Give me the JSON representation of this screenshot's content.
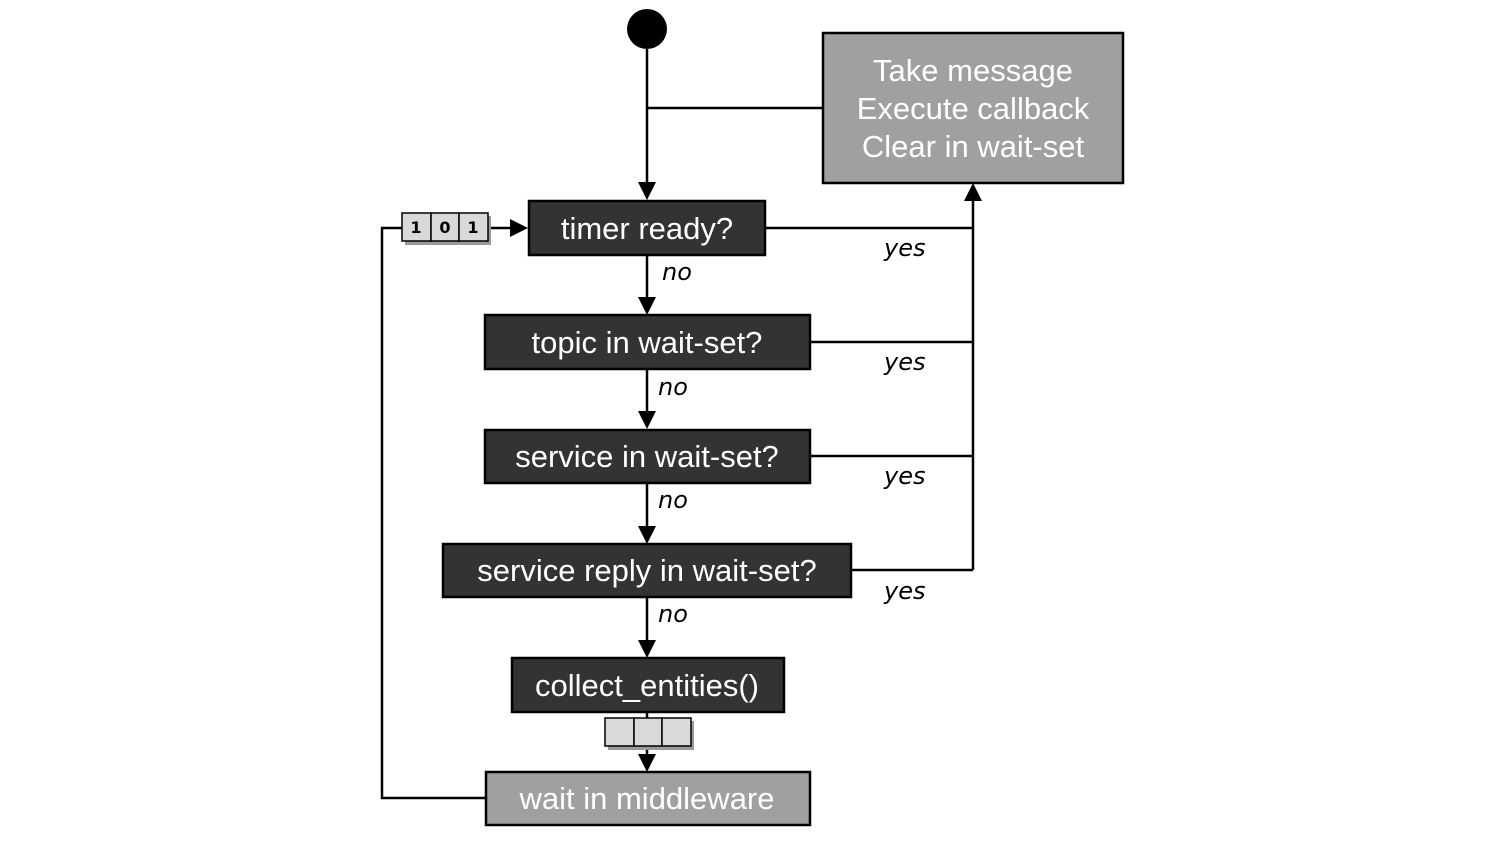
{
  "nodes": {
    "action": {
      "lines": [
        "Take message",
        "Execute callback",
        "Clear in wait-set"
      ]
    },
    "timer_ready": "timer ready?",
    "topic_in_wait_set": "topic in wait-set?",
    "service_in_wait_set": "service in wait-set?",
    "service_reply_in_wait_set": "service reply in wait-set?",
    "collect_entities": "collect_entities()",
    "wait_in_middleware": "wait in middleware"
  },
  "edge_labels": {
    "yes": "yes",
    "no": "no"
  },
  "bitmask": {
    "cells": [
      "1",
      "0",
      "1"
    ]
  },
  "empty_buffer": {
    "cells": [
      "",
      "",
      ""
    ]
  },
  "colors": {
    "dark_box": "#333333",
    "gray_box": "#a0a0a0",
    "cell": "#d9d9d9",
    "line": "#000000"
  }
}
